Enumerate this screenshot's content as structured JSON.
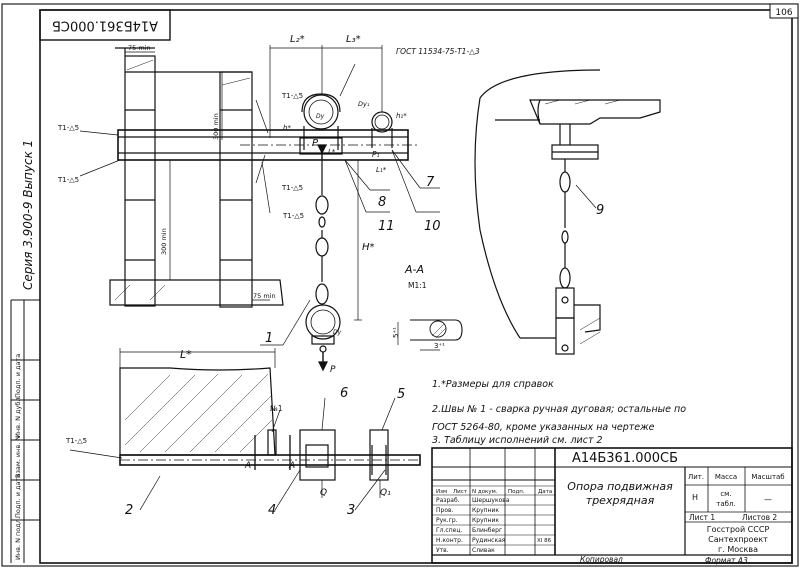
{
  "sheet_number": "106",
  "title_block": {
    "designation": "А14Б361.000СБ",
    "rotated_designation": "А14Б361.000СБ",
    "item_name_line1": "Опора подвижная",
    "item_name_line2": "трехрядная",
    "header_cells": [
      "Изм",
      "Лист",
      "N докум.",
      "Подп.",
      "Дата"
    ],
    "staff": [
      {
        "role": "Разраб.",
        "name": "Шершуковa",
        "date": ""
      },
      {
        "role": "Пров.",
        "name": "Крупник",
        "date": ""
      },
      {
        "role": "Рук.гр.",
        "name": "Крупник",
        "date": ""
      },
      {
        "role": "Гл.спец.",
        "name": "Блинберг",
        "date": ""
      },
      {
        "role": "Н.контр.",
        "name": "Рудинская",
        "date": "XI 86"
      },
      {
        "role": "Утв.",
        "name": "Сливак",
        "date": ""
      }
    ],
    "lit_label": "Лит.",
    "mass_label": "Масса",
    "scale_label": "Масштаб",
    "lit_value": "Н",
    "mass_value_line1": "см.",
    "mass_value_line2": "табл.",
    "scale_value": "—",
    "sheet_label": "Лист 1",
    "sheets_label": "Листов 2",
    "org_line1": "Госстрой СССР",
    "org_line2": "Сантехпроект",
    "org_line3": "г. Москва"
  },
  "footer": {
    "copied": "Копировал",
    "format": "Формат А3"
  },
  "series_label": "Серия 3.900-9 Выпуск 1",
  "left_strip": [
    "Инв. N подл.",
    "Подп. и дата",
    "Взам. инв. N",
    "Инв. N дубл.",
    "Подп. и дата"
  ],
  "notes": [
    "1.*Размеры для справок",
    "2.Швы № 1 - сварка ручная дуговая; остальные по",
    "ГОСТ 5264-80, кроме указанных на чертеже",
    "3. Таблицу исполнений см. лист 2"
  ],
  "dimensions": {
    "l2": "L₂*",
    "l3": "L₃*",
    "gost_label": "ГОСТ 11534-75-Т1-△3",
    "t1_5_a": "Т1-△5",
    "t1_5_b": "Т1-△5",
    "t1_5_c": "Т1-△5",
    "t1_5_d": "Т1-△5",
    "t1_5_e": "Т1-△5",
    "t1_5_f": "Т1-△5",
    "seventy_five_top": "75 min",
    "seventy_five_bottom": "75 min",
    "three_hundred_top": "300 min",
    "three_hundred_mid": "300 min",
    "h_star": "H*",
    "h1_star": "h₁*",
    "h_star_small": "h*",
    "l_star_small": "L*",
    "l1_star": "L₁*",
    "dy": "Dy",
    "dy1": "Dy₁",
    "p": "P",
    "p1": "P₁",
    "l_star_top": "L*",
    "section": "А-А",
    "section_scale": "М1:1",
    "dim_5": "5⁺¹",
    "dim_3": "3⁺¹",
    "weld_no1": "№1",
    "a_left": "А",
    "a_right": "А",
    "q": "Q",
    "q1": "Q₁"
  },
  "callouts": [
    "1",
    "2",
    "3",
    "4",
    "5",
    "6",
    "7",
    "8",
    "9",
    "10",
    "11"
  ]
}
